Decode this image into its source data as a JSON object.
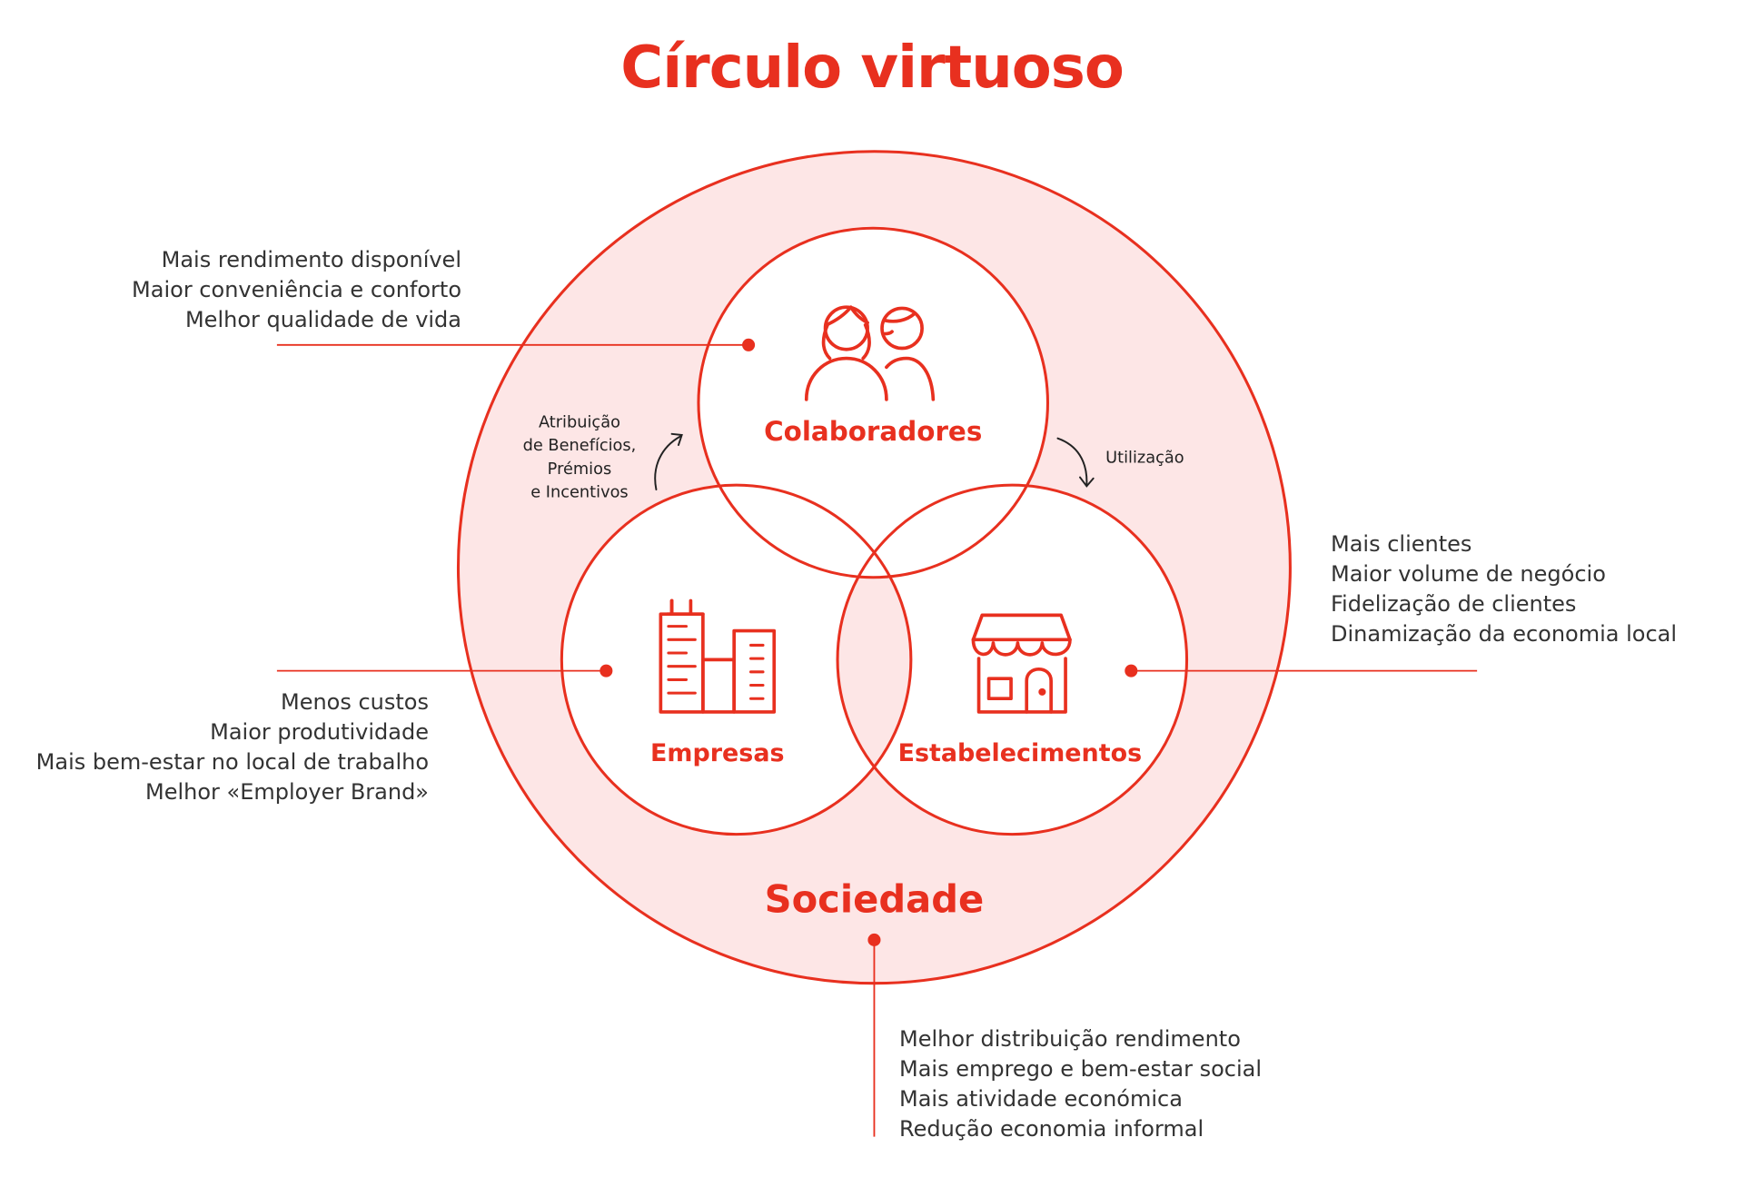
{
  "title": "Círculo virtuoso",
  "colors": {
    "accent": "#e8301f",
    "outer_fill": "#fde6e6",
    "text": "#333333"
  },
  "nodes": {
    "colaboradores": {
      "label": "Colaboradores",
      "icon": "people-icon"
    },
    "empresas": {
      "label": "Empresas",
      "icon": "buildings-icon"
    },
    "estabelecimentos": {
      "label": "Estabelecimentos",
      "icon": "store-icon"
    },
    "sociedade": {
      "label": "Sociedade"
    }
  },
  "flows": {
    "attribution": [
      "Atribuição",
      "de Benefícios,",
      "Prémios",
      "e Incentivos"
    ],
    "utilization": "Utilização"
  },
  "benefits": {
    "colaboradores": [
      "Mais rendimento disponível",
      "Maior conveniência e conforto",
      "Melhor qualidade de vida"
    ],
    "empresas": [
      "Menos custos",
      "Maior produtividade",
      "Mais bem-estar no local de trabalho",
      "Melhor «Employer Brand»"
    ],
    "estabelecimentos": [
      "Mais clientes",
      "Maior volume de negócio",
      "Fidelização de clientes",
      "Dinamização da economia local"
    ],
    "sociedade": [
      "Melhor distribuição rendimento",
      "Mais emprego e bem-estar social",
      "Mais atividade económica",
      "Redução economia informal"
    ]
  }
}
